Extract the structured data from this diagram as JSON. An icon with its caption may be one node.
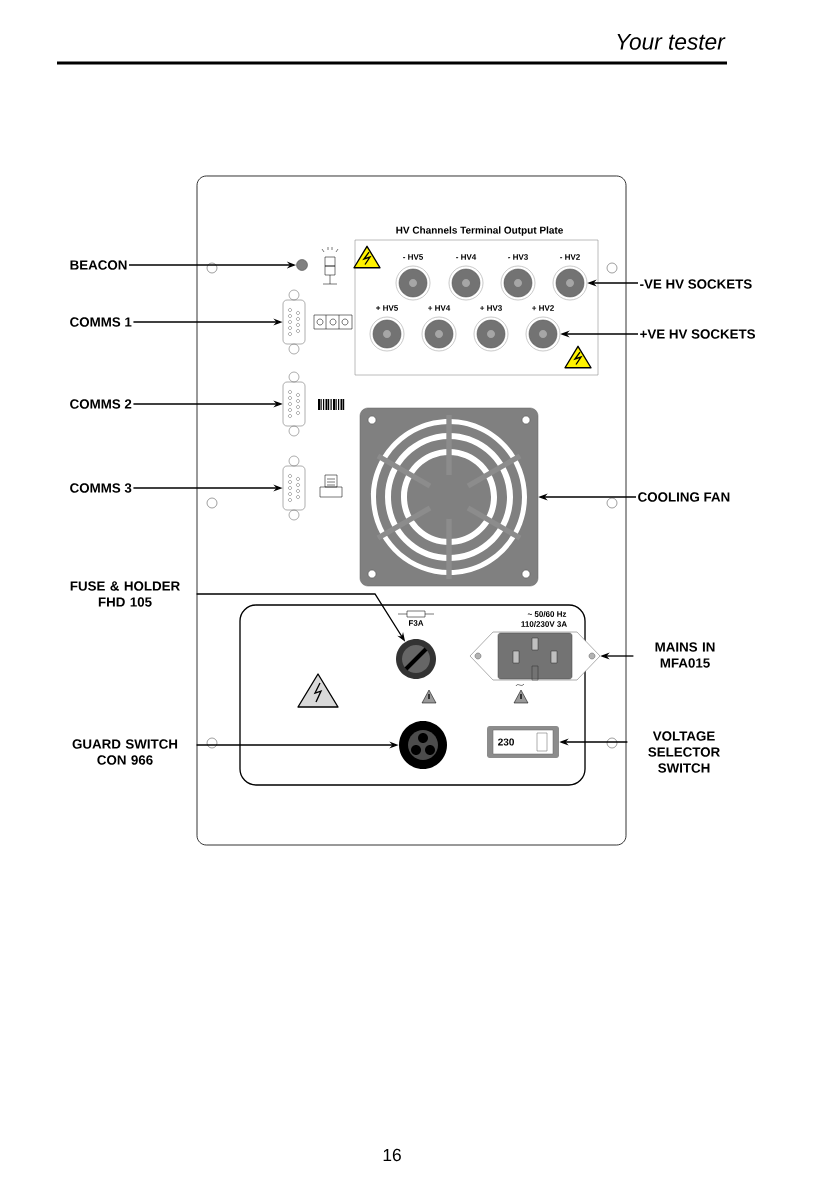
{
  "diagram": {
    "title": "Your tester",
    "nodes": [
      {
        "text": [],
        "shape": "box"
      },
      {
        "text": [
          "HV Channels Terminal Output Plate"
        ],
        "in": 0
      },
      {
        "text": [],
        "shape": "circle",
        "beside": [
          "- HV5"
        ],
        "in": 1
      },
      {
        "text": [],
        "shape": "circle",
        "beside": [
          "- HV4"
        ],
        "in": 1
      },
      {
        "text": [],
        "shape": "circle",
        "beside": [
          "- HV3"
        ],
        "in": 1
      },
      {
        "text": [],
        "shape": "circle",
        "beside": [
          "- HV2"
        ],
        "in": 1
      },
      {
        "text": [],
        "shape": "circle",
        "beside": [
          "+ HV5"
        ],
        "in": 1
      },
      {
        "text": [],
        "shape": "circle",
        "beside": [
          "+ HV4"
        ],
        "in": 1
      },
      {
        "text": [],
        "shape": "circle",
        "beside": [
          "+ HV3"
        ],
        "in": 1
      },
      {
        "text": [],
        "shape": "circle",
        "beside": [
          "+ HV2"
        ],
        "in": 1
      },
      {
        "text": [],
        "shape": "lamp",
        "in": 0
      },
      {
        "text": [],
        "shape": "connector",
        "in": 0
      },
      {
        "text": [],
        "shape": "connector",
        "in": 0
      },
      {
        "text": [],
        "shape": "connector",
        "in": 0
      },
      {
        "text": [],
        "shape": "fan",
        "in": 0
      },
      {
        "text": [],
        "shape": "box",
        "in": 0
      },
      {
        "text": [],
        "shape": "fuse",
        "beside": [
          "F3A"
        ],
        "in": 15
      },
      {
        "text": [],
        "shape": "socket",
        "beside": [
          "~ 50/60 Hz",
          "110/230V 3A"
        ],
        "in": 15
      },
      {
        "text": [],
        "shape": "circle",
        "in": 15
      },
      {
        "text": [
          "230"
        ],
        "in": 15
      },
      {
        "text": [
          "BEACON"
        ]
      },
      {
        "text": [
          "COMMS 1"
        ]
      },
      {
        "text": [
          "COMMS 2"
        ]
      },
      {
        "text": [
          "COMMS 3"
        ]
      },
      {
        "text": [
          "FUSE & HOLDER FHD 105"
        ]
      },
      {
        "text": [
          "GUARD SWITCH CON 966"
        ]
      },
      {
        "text": [
          "-VE HV SOCKETS"
        ]
      },
      {
        "text": [
          "+VE HV SOCKETS"
        ]
      },
      {
        "text": [
          "COOLING FAN"
        ]
      },
      {
        "text": [
          "MAINS IN MFA015"
        ]
      },
      {
        "text": [
          "VOLTAGE SELECTOR SWITCH"
        ]
      }
    ],
    "edges": [
      {
        "from": 20,
        "to": 10,
        "arrow": "to"
      },
      {
        "from": 21,
        "to": 11,
        "arrow": "to"
      },
      {
        "from": 22,
        "to": 12,
        "arrow": "to"
      },
      {
        "from": 23,
        "to": 13,
        "arrow": "to"
      },
      {
        "from": 24,
        "to": 16,
        "arrow": "to"
      },
      {
        "from": 25,
        "to": 18,
        "arrow": "to"
      },
      {
        "from": 26,
        "to": 5,
        "arrow": "to"
      },
      {
        "from": 27,
        "to": 9,
        "arrow": "to"
      },
      {
        "from": 28,
        "to": 14,
        "arrow": "to"
      },
      {
        "from": 29,
        "to": 17,
        "arrow": "to"
      },
      {
        "from": 30,
        "to": 19,
        "arrow": "to"
      }
    ],
    "labels": [
      "16"
    ]
  }
}
